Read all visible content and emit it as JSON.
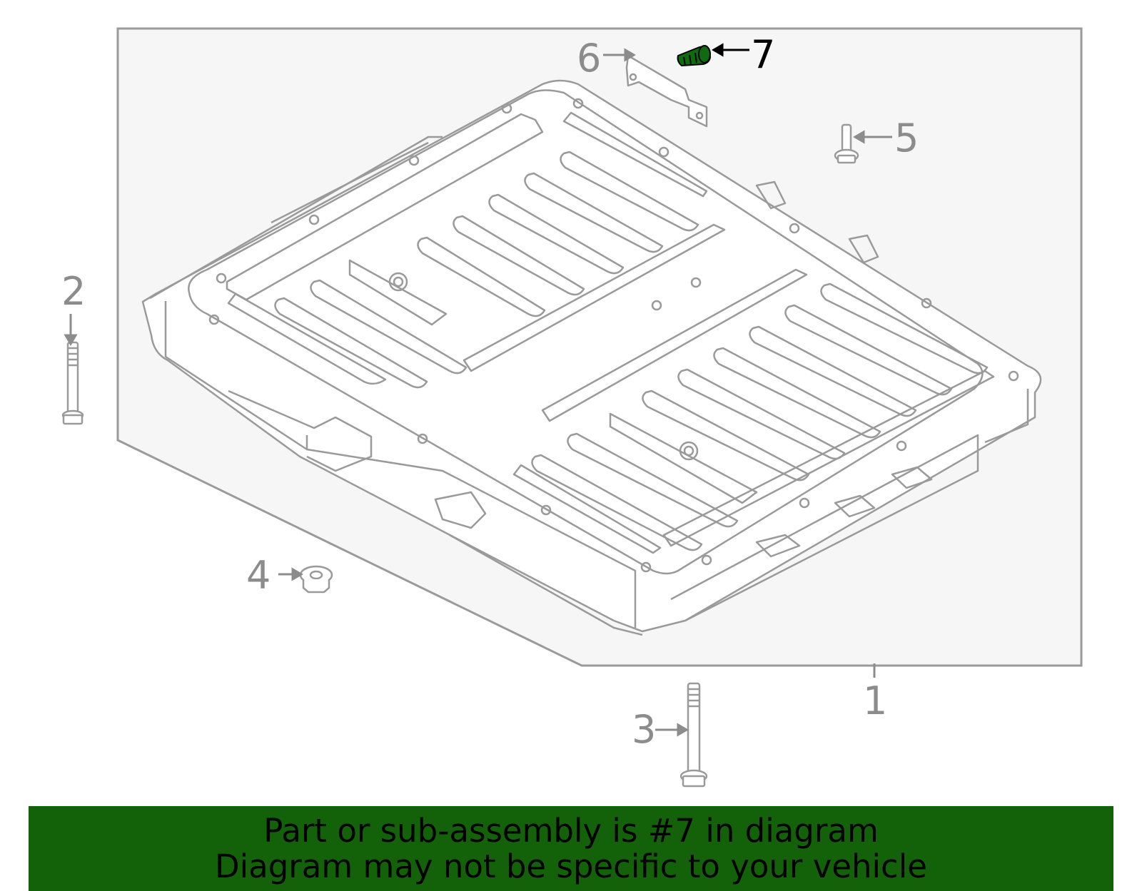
{
  "diagram": {
    "callouts": {
      "c1": "1",
      "c2": "2",
      "c3": "3",
      "c4": "4",
      "c5": "5",
      "c6": "6",
      "c7": "7"
    },
    "highlighted_part": "7"
  },
  "banner": {
    "line1": "Part or sub-assembly is #7 in diagram",
    "line2": "Diagram may not be specific to your vehicle"
  },
  "colors": {
    "outline": "#9a9a9a",
    "callout": "#8c8c8c",
    "highlight_part": "#0f6b0f",
    "banner": "#136108"
  }
}
